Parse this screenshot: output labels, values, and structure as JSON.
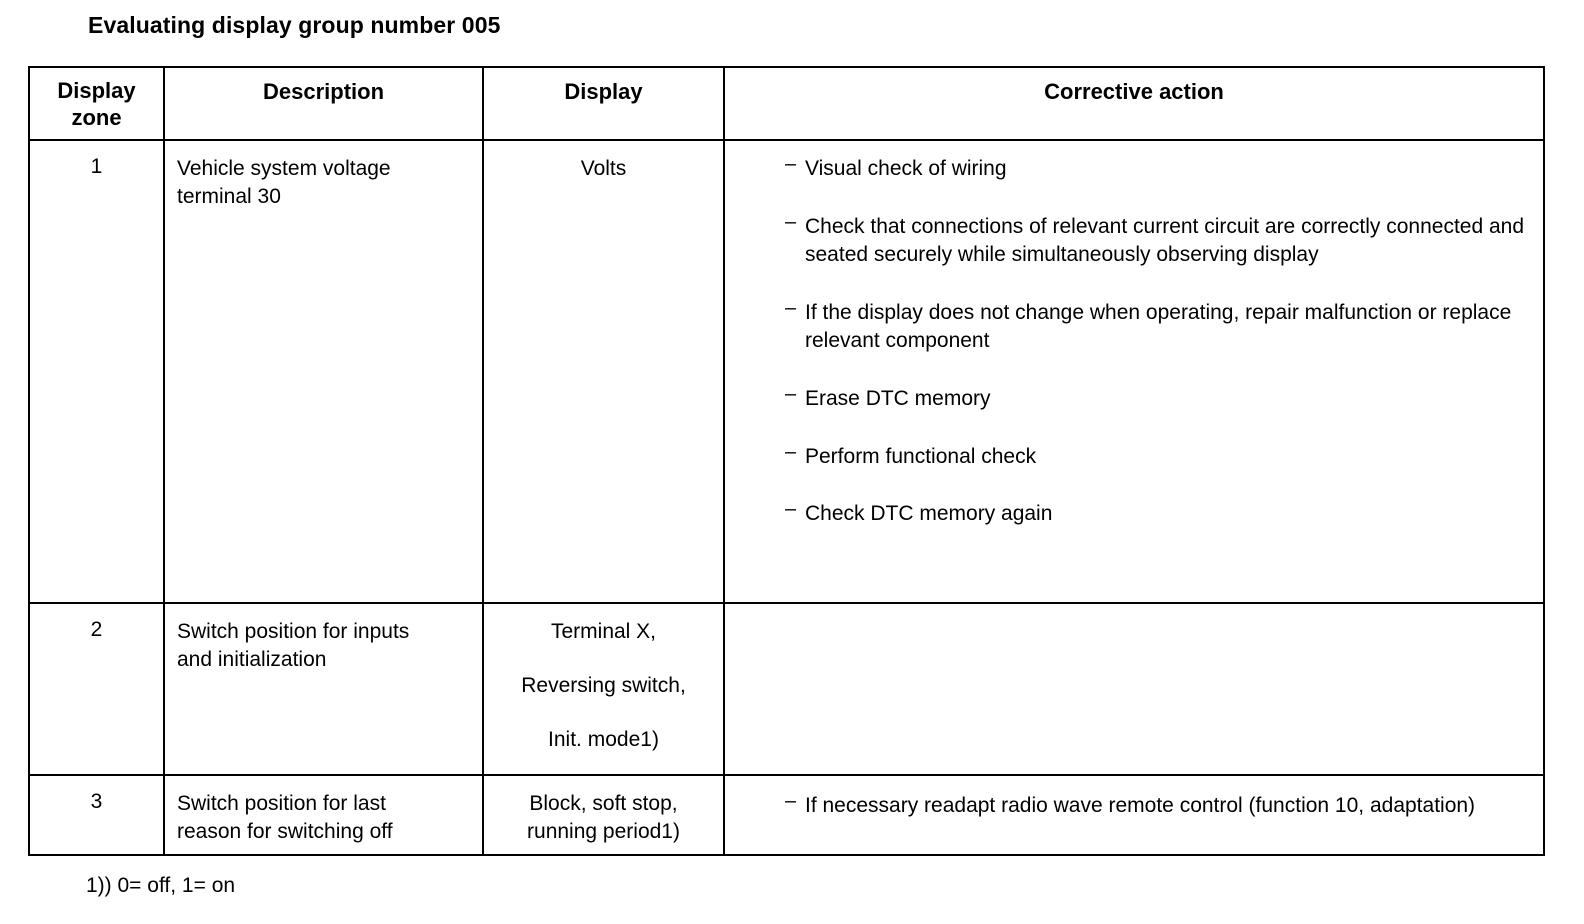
{
  "document": {
    "title": "Evaluating display group number 005",
    "footnote": "1)) 0= off, 1= on"
  },
  "table": {
    "headers": {
      "zone_line1": "Display",
      "zone_line2": "zone",
      "description": "Description",
      "display": "Display",
      "corrective_action": "Corrective action"
    },
    "rows": [
      {
        "zone": "1",
        "description_line1": "Vehicle system voltage",
        "description_line2": "terminal 30",
        "display_lines": [
          "Volts"
        ],
        "actions": [
          "Visual check of wiring",
          "Check that connections of relevant current circuit are correctly connected and seated securely while simultaneously observing display",
          "If the display does not change when operating, repair malfunction or replace relevant component",
          "Erase DTC memory",
          "Perform functional check",
          "Check DTC memory again"
        ]
      },
      {
        "zone": "2",
        "description_line1": "Switch position for inputs",
        "description_line2": "and initialization",
        "display_lines": [
          "Terminal X,",
          "Reversing switch,",
          "Init. mode1)"
        ],
        "actions": []
      },
      {
        "zone": "3",
        "description_line1": "Switch position for last",
        "description_line2": "reason for switching off",
        "display_lines": [
          "Block, soft stop,",
          "running period1)"
        ],
        "actions": [
          "If necessary readapt radio wave remote control (function 10, adaptation)"
        ]
      }
    ],
    "bullet_glyph": "–"
  },
  "colors": {
    "background": "#ffffff",
    "text": "#000000",
    "border": "#000000"
  }
}
